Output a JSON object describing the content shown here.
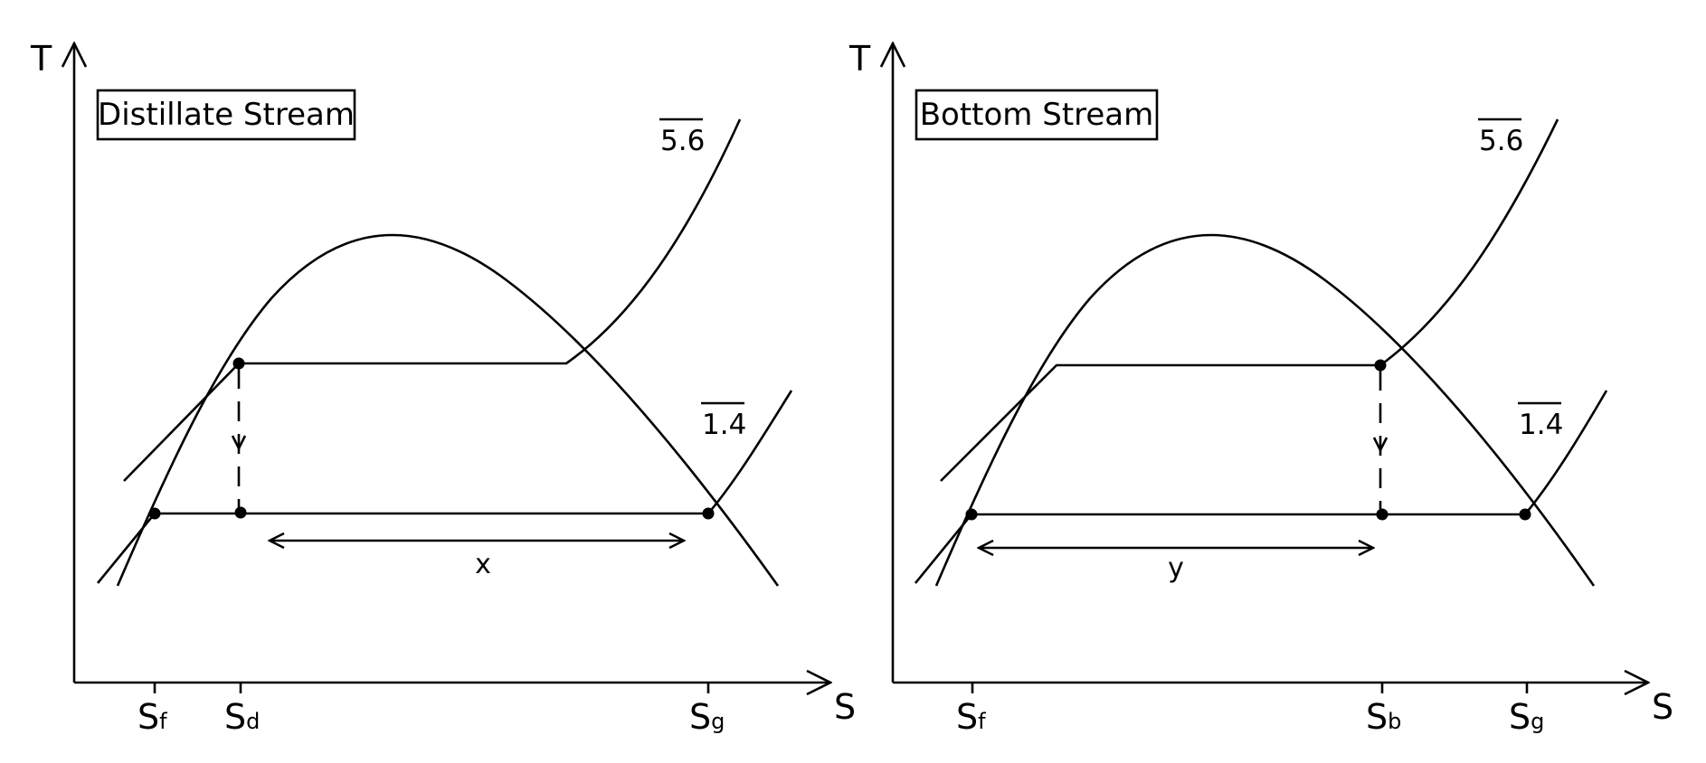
{
  "colors": {
    "ink": "#000000",
    "background": "#ffffff"
  },
  "panels": [
    {
      "stream_label": "Distillate Stream",
      "y_axis": "T",
      "x_axis": "S",
      "high_pressure": "5.6",
      "low_pressure": "1.4",
      "ticks": [
        {
          "main": "S",
          "sub": "f"
        },
        {
          "main": "S",
          "sub": "d"
        },
        {
          "main": "S",
          "sub": "g"
        }
      ],
      "span_label": "x"
    },
    {
      "stream_label": "Bottom Stream",
      "y_axis": "T",
      "x_axis": "S",
      "high_pressure": "5.6",
      "low_pressure": "1.4",
      "ticks": [
        {
          "main": "S",
          "sub": "f"
        },
        {
          "main": "S",
          "sub": "b"
        },
        {
          "main": "S",
          "sub": "g"
        }
      ],
      "span_label": "y"
    }
  ]
}
